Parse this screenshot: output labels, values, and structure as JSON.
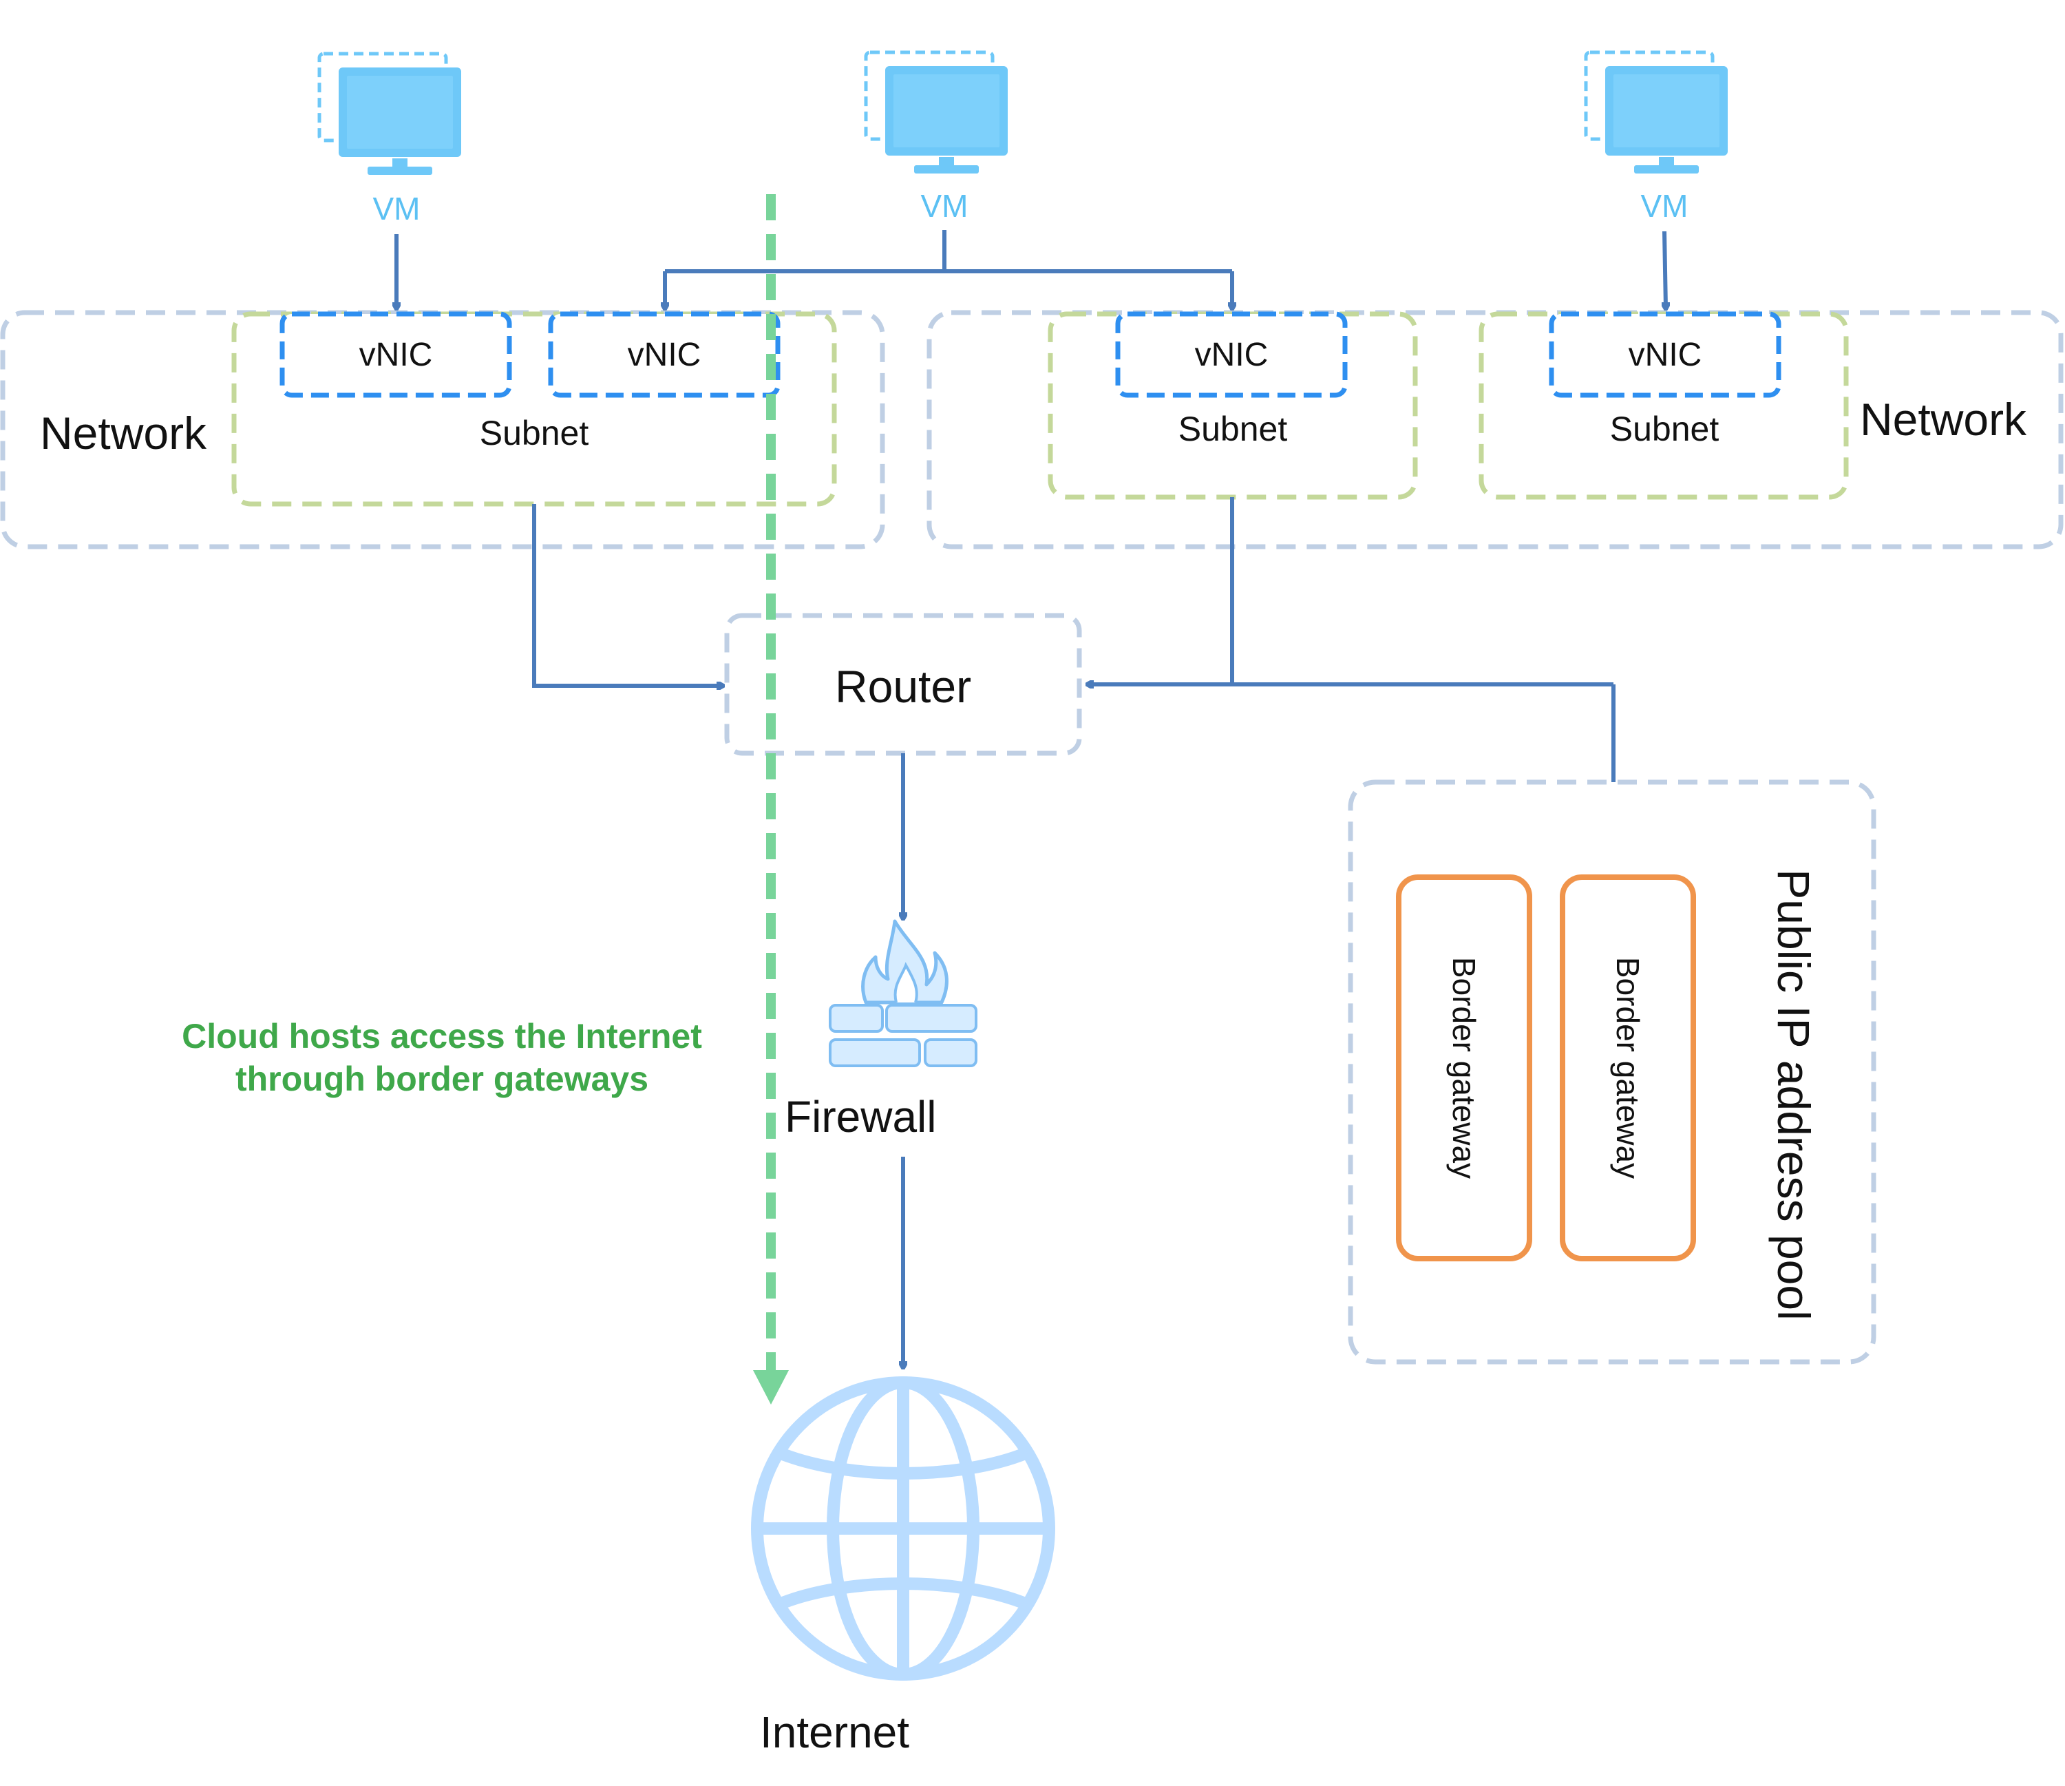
{
  "vms": [
    {
      "label": "VM"
    },
    {
      "label": "VM"
    },
    {
      "label": "VM"
    }
  ],
  "vnics": [
    {
      "label": "vNIC"
    },
    {
      "label": "vNIC"
    },
    {
      "label": "vNIC"
    },
    {
      "label": "vNIC"
    }
  ],
  "subnets": [
    {
      "label": "Subnet"
    },
    {
      "label": "Subnet"
    },
    {
      "label": "Subnet"
    }
  ],
  "networks": [
    {
      "label": "Network"
    },
    {
      "label": "Network"
    }
  ],
  "router": {
    "label": "Router"
  },
  "firewall": {
    "label": "Firewall"
  },
  "internet": {
    "label": "Internet"
  },
  "public_ip_pool": {
    "label": "Public IP address pool",
    "gateways": [
      {
        "label": "Border gateway"
      },
      {
        "label": "Border gateway"
      }
    ]
  },
  "note": {
    "line1": "Cloud hosts access the Internet",
    "line2": "through border gateways"
  },
  "colors": {
    "vm_icon": "#6ec8f8",
    "vnic_border": "#2e8ff0",
    "subnet_border": "#c4d89a",
    "network_border": "#bfcfe4",
    "connector": "#4a7bbb",
    "flow_path": "#78d49a",
    "gateway_border": "#f0944b",
    "globe": "#b9dcff",
    "note_text": "#3fa84a"
  }
}
